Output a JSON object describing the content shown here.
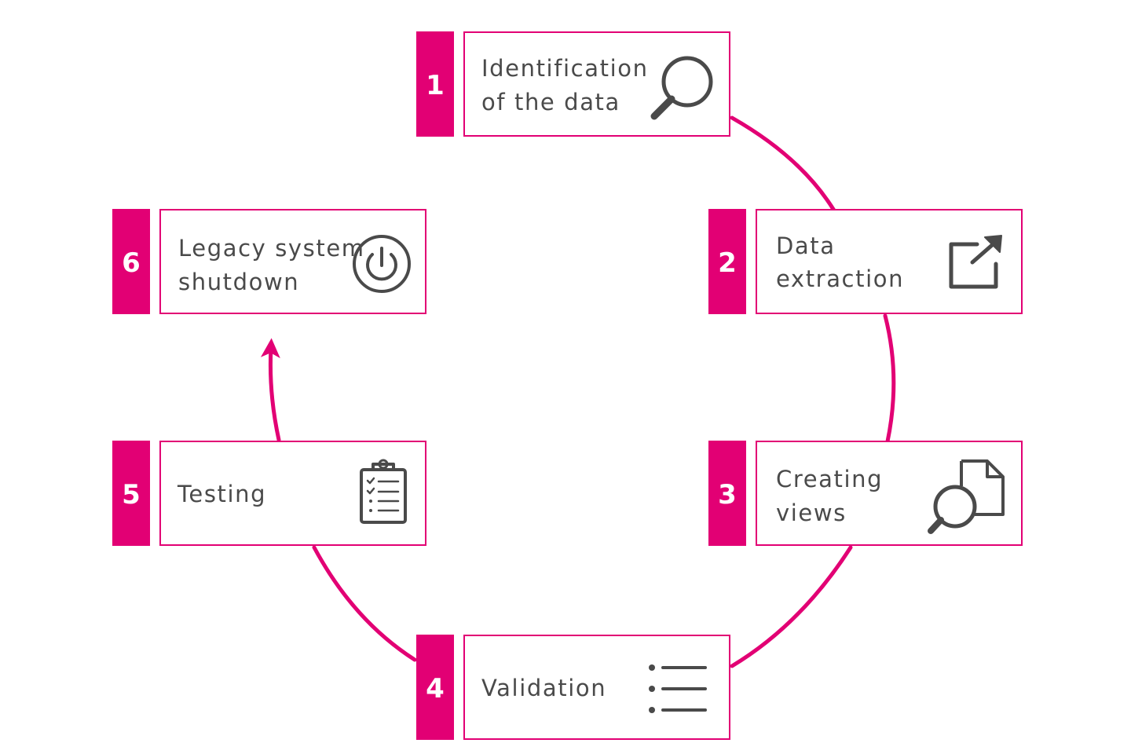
{
  "accent_color": "#e20074",
  "text_color": "#4a4a4a",
  "steps": [
    {
      "number": "1",
      "line1": "Identification",
      "line2": "of the data",
      "icon": "search-icon"
    },
    {
      "number": "2",
      "line1": "Data",
      "line2": "extraction",
      "icon": "external-link-icon"
    },
    {
      "number": "3",
      "line1": "Creating",
      "line2": "views",
      "icon": "document-search-icon"
    },
    {
      "number": "4",
      "line1": "Validation",
      "line2": "",
      "icon": "list-icon"
    },
    {
      "number": "5",
      "line1": "Testing",
      "line2": "",
      "icon": "clipboard-checklist-icon"
    },
    {
      "number": "6",
      "line1": "Legacy system",
      "line2": "shutdown",
      "icon": "power-icon"
    }
  ]
}
